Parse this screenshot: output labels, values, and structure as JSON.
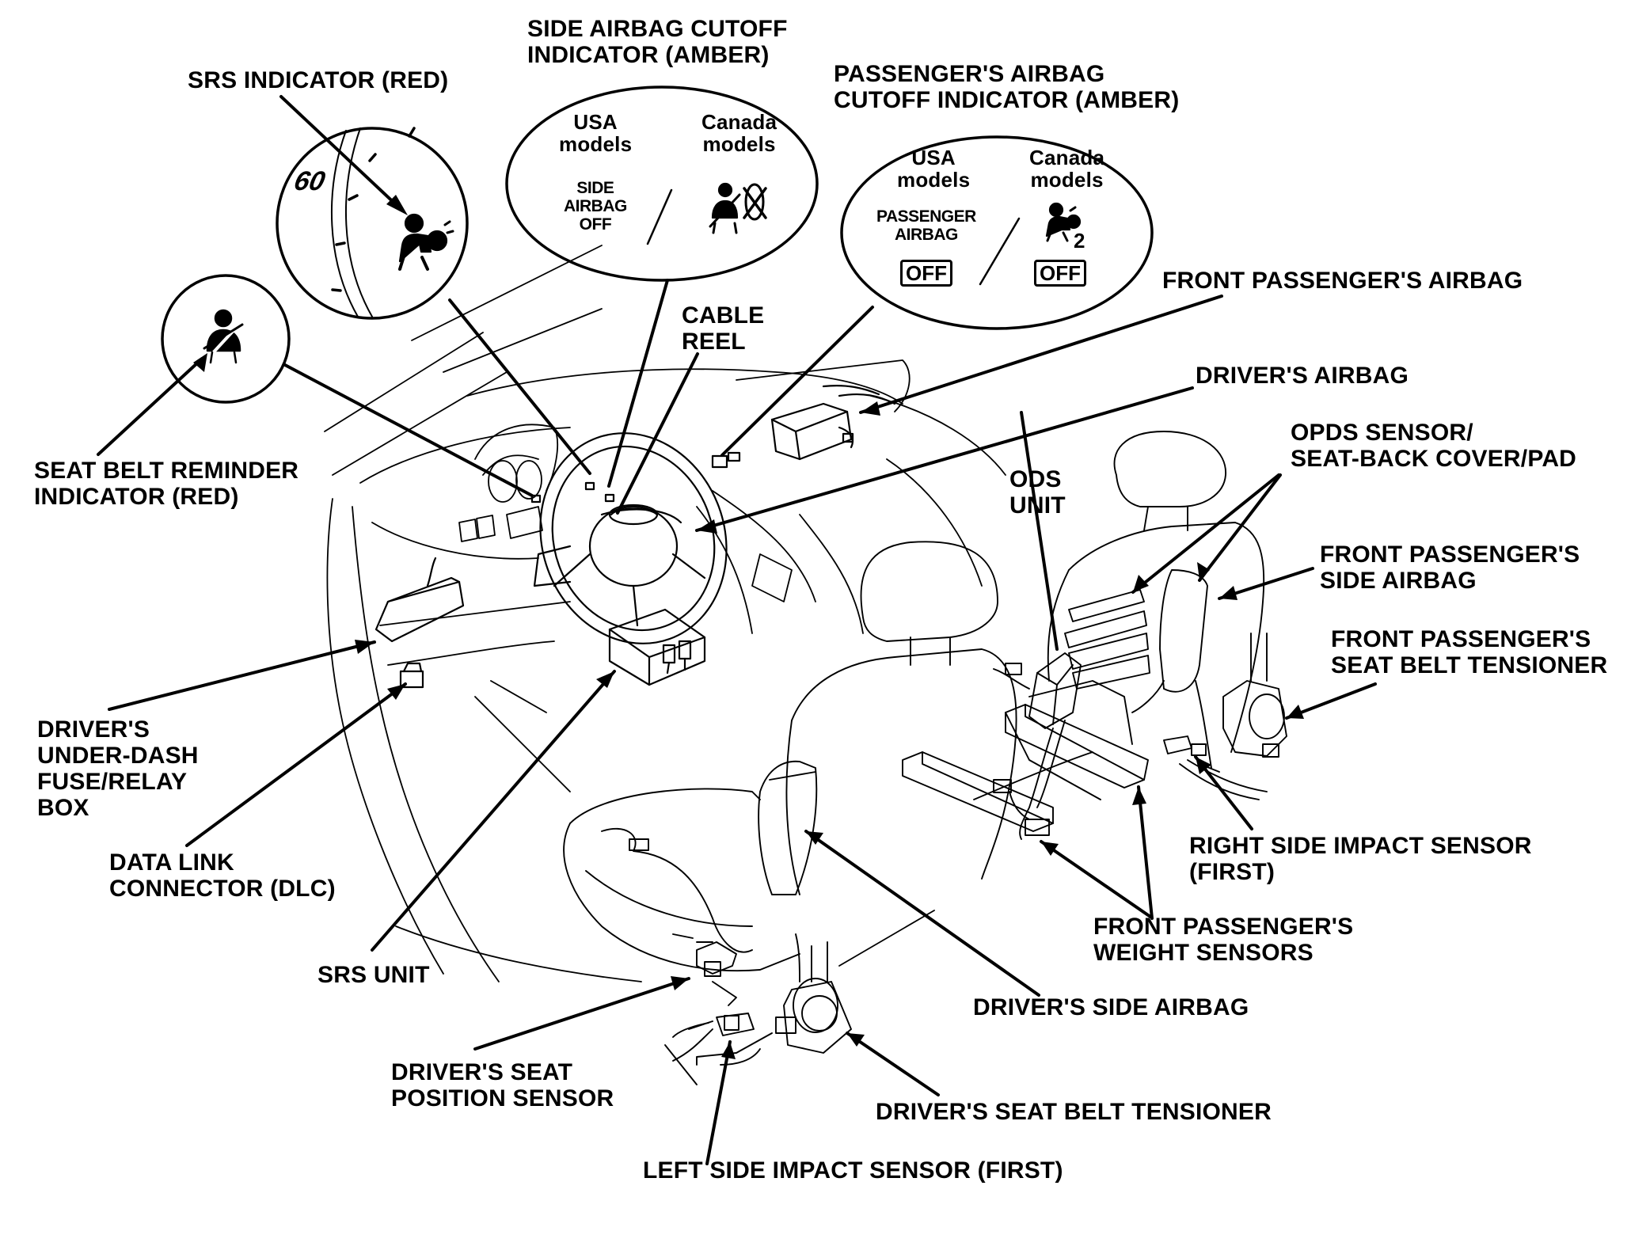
{
  "labels": {
    "srs_indicator": "SRS INDICATOR (RED)",
    "side_airbag_cutoff": "SIDE AIRBAG CUTOFF\nINDICATOR (AMBER)",
    "passenger_airbag_cutoff": "PASSENGER'S AIRBAG\nCUTOFF INDICATOR (AMBER)",
    "front_passenger_airbag": "FRONT PASSENGER'S AIRBAG",
    "cable_reel": "CABLE\nREEL",
    "drivers_airbag": "DRIVER'S AIRBAG",
    "opds_sensor": "OPDS SENSOR/\nSEAT-BACK COVER/PAD",
    "ods_unit": "ODS\nUNIT",
    "front_passenger_side_airbag": "FRONT PASSENGER'S\nSIDE AIRBAG",
    "front_passenger_seat_belt_tensioner": "FRONT PASSENGER'S\nSEAT BELT TENSIONER",
    "seat_belt_reminder": "SEAT BELT REMINDER\nINDICATOR (RED)",
    "under_dash_fuse_box": "DRIVER'S\nUNDER-DASH\nFUSE/RELAY\nBOX",
    "data_link_connector": "DATA LINK\nCONNECTOR (DLC)",
    "right_side_impact_sensor": "RIGHT SIDE IMPACT SENSOR\n(FIRST)",
    "front_passenger_weight_sensors": "FRONT PASSENGER'S\nWEIGHT SENSORS",
    "srs_unit": "SRS UNIT",
    "drivers_side_airbag": "DRIVER'S SIDE AIRBAG",
    "drivers_seat_position_sensor": "DRIVER'S SEAT\nPOSITION SENSOR",
    "drivers_seat_belt_tensioner": "DRIVER'S SEAT BELT TENSIONER",
    "left_side_impact_sensor": "LEFT SIDE IMPACT SENSOR (FIRST)"
  },
  "insets": {
    "gauge_speed": "60",
    "usa_models": "USA\nmodels",
    "canada_models": "Canada\nmodels",
    "side_airbag_off": "SIDE\nAIRBAG\nOFF",
    "passenger_airbag": "PASSENGER\nAIRBAG",
    "off": "OFF",
    "airbag_2": "2"
  },
  "icons": [
    "seat-belt-reminder-icon",
    "srs-airbag-icon",
    "side-airbag-off-icon",
    "passenger-airbag-off-icon"
  ],
  "colors": {
    "ink": "#000000",
    "paper": "#ffffff"
  }
}
